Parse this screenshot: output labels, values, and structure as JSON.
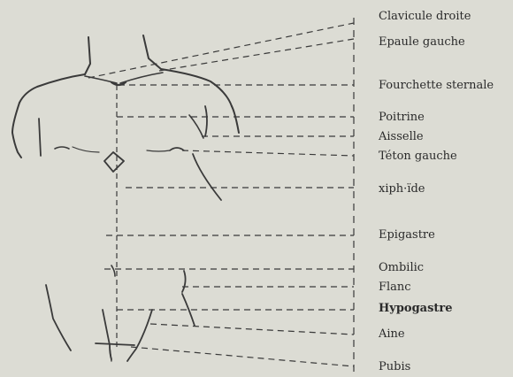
{
  "labels": {
    "clavicule_droite": "Clavicule droite",
    "epaule_gauche": "Epaule gauche",
    "fourchette_sternale": "Fourchette sternale",
    "poitrine": "Poitrine",
    "aisselle": "Aisselle",
    "teton_gauche": "Téton gauche",
    "xiphoide": "xiph·ïde",
    "epigastre": "Epigastre",
    "ombilic": "Ombilic",
    "flanc": "Flanc",
    "hypogastre": "Hypogastre",
    "aine": "Aine",
    "pubis": "Pubis"
  },
  "colors": {
    "background": "#dcdcd4",
    "ink": "#2a2a2a",
    "sketch": "#3a3a3a"
  }
}
